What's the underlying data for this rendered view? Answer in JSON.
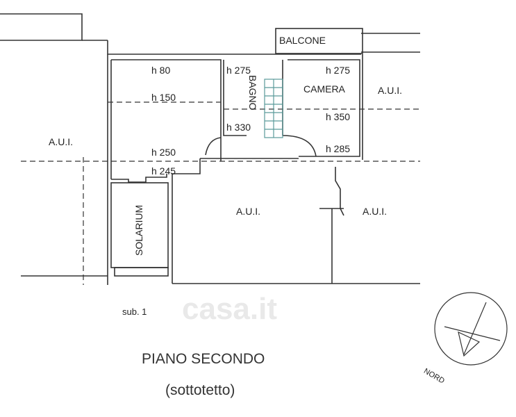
{
  "plan": {
    "rooms": {
      "balcone": "BALCONE",
      "camera": "CAMERA",
      "bagno": "BAGNO",
      "solarium": "SOLARIUM",
      "aui_left": "A.U.I.",
      "aui_right_top": "A.U.I.",
      "aui_center": "A.U.I.",
      "aui_right_bottom": "A.U.I."
    },
    "heights": {
      "h80": "h 80",
      "h150": "h 150",
      "h250": "h 250",
      "h245": "h 245",
      "h275a": "h 275",
      "h330": "h 330",
      "h275b": "h 275",
      "h350": "h 350",
      "h285": "h 285"
    },
    "sub": "sub. 1",
    "title": "PIANO SECONDO",
    "subtitle": "(sottotetto)",
    "compass_label": "NORD",
    "watermark": "casa.it",
    "colors": {
      "line": "#333333",
      "stair": "#5a9a9a"
    }
  }
}
